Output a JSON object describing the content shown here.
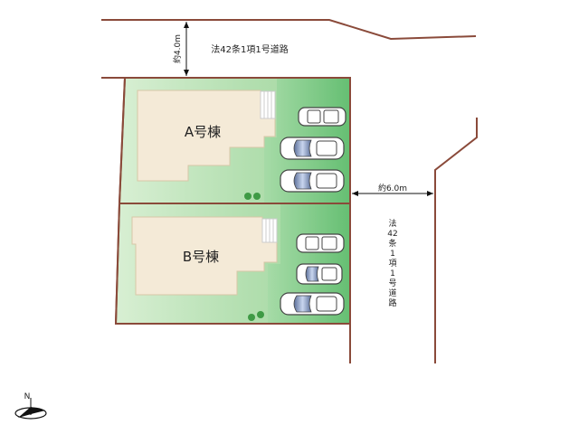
{
  "roads": {
    "north_width_label": "約4.0m",
    "north_road_label": "法42条1項1号道路",
    "east_width_label": "約6.0m",
    "east_road_label_chars": [
      "法",
      "42",
      "条",
      "1",
      "項",
      "1",
      "号",
      "道",
      "路"
    ]
  },
  "buildings": {
    "a_label": "A号棟",
    "b_label": "B号棟"
  },
  "compass": {
    "north_letter": "N"
  },
  "colors": {
    "road_line": "#8a4a3a",
    "lot_green": "#a6d9a3",
    "building_fill": "#f4ead7",
    "parking_green": "#6fc47b"
  }
}
